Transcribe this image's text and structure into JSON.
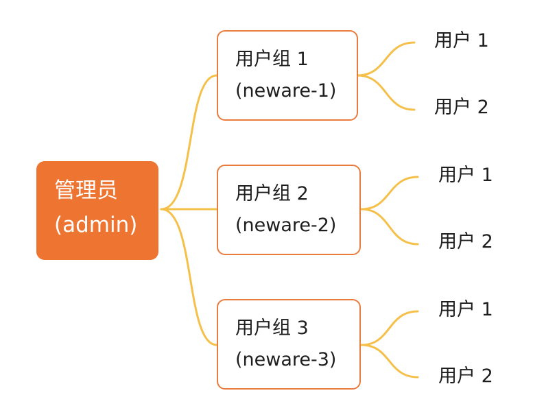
{
  "colors": {
    "root_fill": "#EE7431",
    "root_text": "#FFFFFF",
    "group_border": "#E97B3D",
    "text": "#1E1E1E",
    "connector": "#F5C04A",
    "background": "#FFFFFF"
  },
  "root": {
    "name": "管理员",
    "id": "(admin)"
  },
  "groups": [
    {
      "name": "用户组 1",
      "id": "(neware-1)",
      "users": [
        "用户 1",
        "用户 2"
      ]
    },
    {
      "name": "用户组 2",
      "id": "(neware-2)",
      "users": [
        "用户 1",
        "用户 2"
      ]
    },
    {
      "name": "用户组 3",
      "id": "(neware-3)",
      "users": [
        "用户 1",
        "用户 2"
      ]
    }
  ]
}
